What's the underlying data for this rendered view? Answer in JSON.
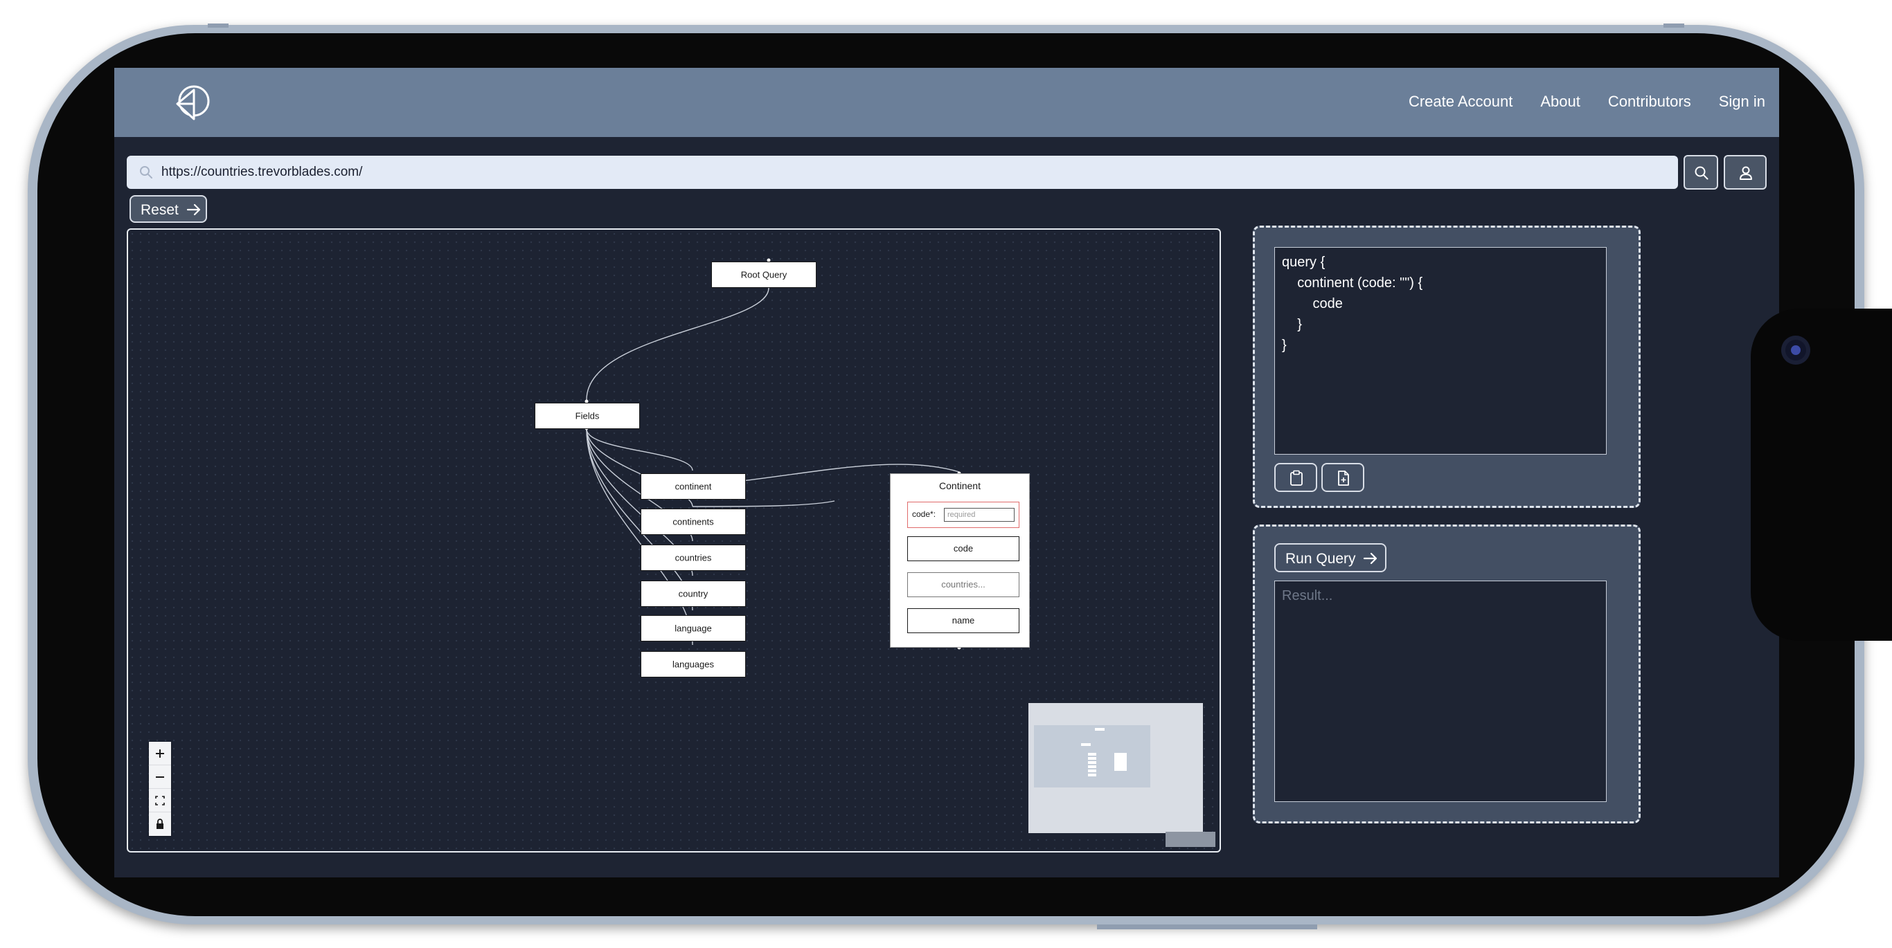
{
  "header": {
    "logo_icon": "paper-plane-logo-icon",
    "nav": [
      "Create Account",
      "About",
      "Contributors",
      "Sign in"
    ]
  },
  "search": {
    "url": "https://countries.trevorblades.com/",
    "search_icon": "search-icon",
    "user_icon": "user-icon"
  },
  "reset": {
    "label": "Reset",
    "icon": "arrow-right-icon"
  },
  "graph": {
    "root": "Root Query",
    "fields": "Fields",
    "field_nodes": [
      "continent",
      "continents",
      "countries",
      "country",
      "language",
      "languages"
    ],
    "type_node": {
      "title": "Continent",
      "arg_label": "code*:",
      "arg_placeholder": "required",
      "fields": [
        "code",
        "countries...",
        "name"
      ]
    },
    "controls": [
      "zoom-in-icon",
      "zoom-out-icon",
      "fit-view-icon",
      "lock-icon"
    ]
  },
  "query_panel": {
    "code_lines": [
      "query {",
      "    continent (code: \"\") {",
      "        code",
      "    }",
      "}"
    ],
    "buttons": [
      "clipboard-icon",
      "file-plus-icon"
    ]
  },
  "result_panel": {
    "run_label": "Run Query",
    "placeholder": "Result..."
  },
  "colors": {
    "header": "#6b7f99",
    "background": "#1e2433",
    "panel": "#434f63",
    "url_bar": "#e3eaf6"
  }
}
